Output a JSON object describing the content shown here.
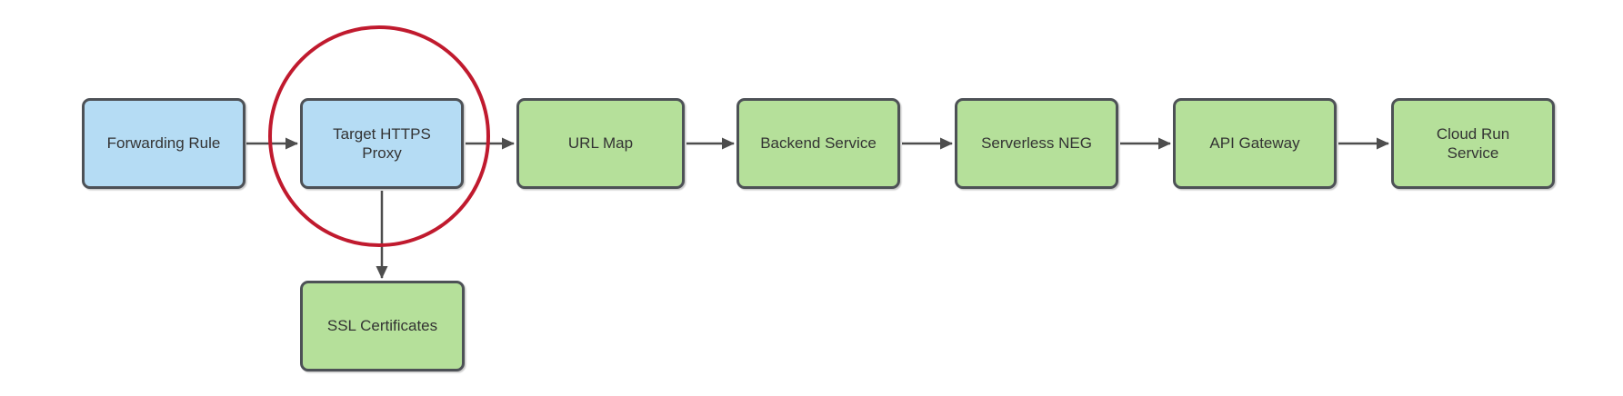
{
  "diagram": {
    "nodes": [
      {
        "id": "forwarding-rule",
        "label": "Forwarding Rule",
        "fill": "blue"
      },
      {
        "id": "target-https-proxy",
        "label": "Target HTTPS Proxy",
        "fill": "blue",
        "highlighted": true
      },
      {
        "id": "url-map",
        "label": "URL Map",
        "fill": "green"
      },
      {
        "id": "backend-service",
        "label": "Backend Service",
        "fill": "green"
      },
      {
        "id": "serverless-neg",
        "label": "Serverless NEG",
        "fill": "green"
      },
      {
        "id": "api-gateway",
        "label": "API Gateway",
        "fill": "green"
      },
      {
        "id": "cloud-run-service",
        "label": "Cloud Run Service",
        "fill": "green"
      },
      {
        "id": "ssl-certificates",
        "label": "SSL Certificates",
        "fill": "green"
      }
    ],
    "edges": [
      {
        "from": "Forwarding Rule",
        "to": "Target HTTPS Proxy",
        "direction": "right"
      },
      {
        "from": "Target HTTPS Proxy",
        "to": "URL Map",
        "direction": "right"
      },
      {
        "from": "URL Map",
        "to": "Backend Service",
        "direction": "right"
      },
      {
        "from": "Backend Service",
        "to": "Serverless NEG",
        "direction": "right"
      },
      {
        "from": "Serverless NEG",
        "to": "API Gateway",
        "direction": "right"
      },
      {
        "from": "API Gateway",
        "to": "Cloud Run Service",
        "direction": "right"
      },
      {
        "from": "Target HTTPS Proxy",
        "to": "SSL Certificates",
        "direction": "down"
      }
    ],
    "annotations": [
      {
        "type": "highlight-circle",
        "around": "Target HTTPS Proxy",
        "color": "#c01a2e"
      }
    ],
    "colors": {
      "background": "#ffffff",
      "blue_fill": "#b5dcf4",
      "green_fill": "#b5e09a",
      "node_border": "#4d5156",
      "label_text": "#333333",
      "connector": "#4d4d4d",
      "highlight": "#c01a2e"
    }
  }
}
